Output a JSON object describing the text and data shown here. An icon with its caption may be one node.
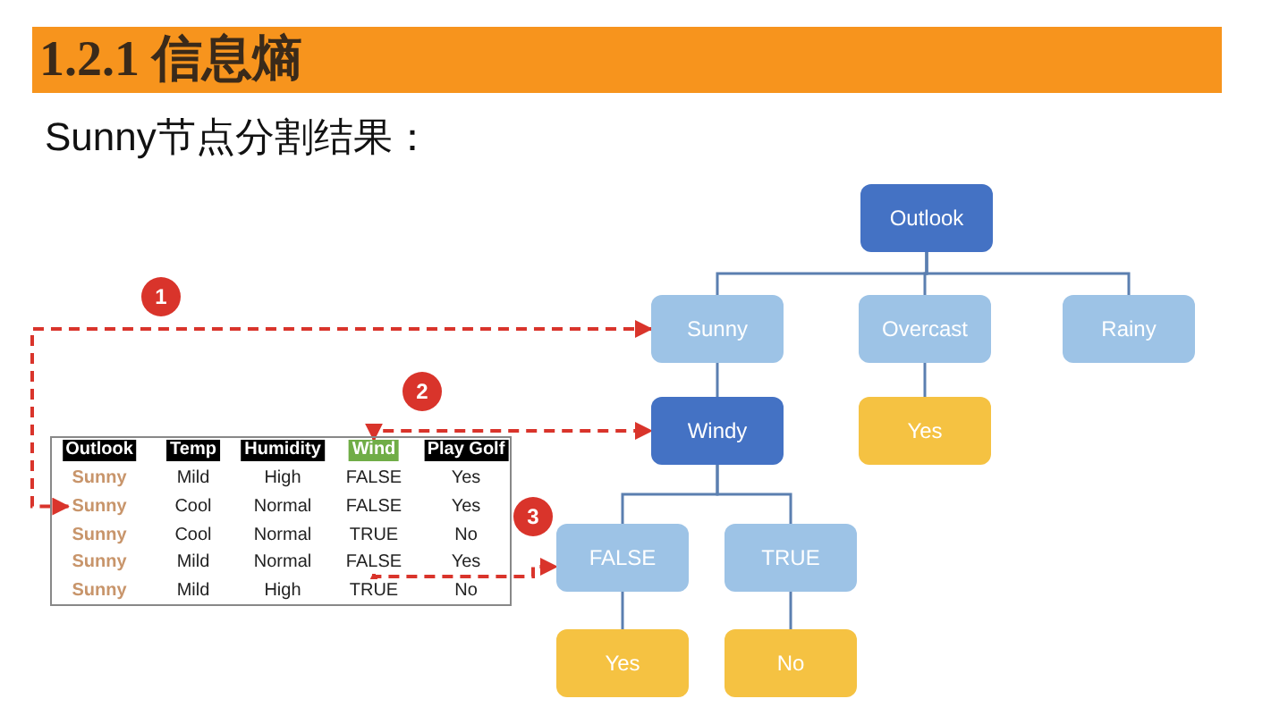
{
  "diagram": {
    "title": "1.2.1 信息熵",
    "nodes": [
      {
        "text": [
          "Outlook"
        ]
      },
      {
        "text": [
          "Sunny"
        ]
      },
      {
        "text": [
          "Overcast"
        ]
      },
      {
        "text": [
          "Rainy"
        ]
      },
      {
        "text": [
          "Windy"
        ]
      },
      {
        "text": [
          "Yes"
        ]
      },
      {
        "text": [
          "FALSE"
        ]
      },
      {
        "text": [
          "TRUE"
        ]
      },
      {
        "text": [
          "Yes"
        ]
      },
      {
        "text": [
          "No"
        ]
      },
      {
        "text": [
          "Outlook"
        ]
      },
      {
        "text": [
          "Temp"
        ]
      },
      {
        "text": [
          "Humidity"
        ]
      },
      {
        "text": [
          "Wind"
        ]
      },
      {
        "text": [
          "Play Golf"
        ]
      },
      {
        "text": [
          "Sunny"
        ]
      },
      {
        "text": [
          "Mild"
        ]
      },
      {
        "text": [
          "High"
        ]
      },
      {
        "text": [
          "FALSE"
        ]
      },
      {
        "text": [
          "Yes"
        ]
      },
      {
        "text": [
          "Sunny"
        ]
      },
      {
        "text": [
          "Cool"
        ]
      },
      {
        "text": [
          "Normal"
        ]
      },
      {
        "text": [
          "FALSE"
        ]
      },
      {
        "text": [
          "Yes"
        ]
      },
      {
        "text": [
          "Sunny"
        ]
      },
      {
        "text": [
          "Cool"
        ]
      },
      {
        "text": [
          "Normal"
        ]
      },
      {
        "text": [
          "TRUE"
        ]
      },
      {
        "text": [
          "No"
        ]
      },
      {
        "text": [
          "Sunny"
        ]
      },
      {
        "text": [
          "Mild"
        ]
      },
      {
        "text": [
          "Normal"
        ]
      },
      {
        "text": [
          "FALSE"
        ]
      },
      {
        "text": [
          "Yes"
        ]
      },
      {
        "text": [
          "Sunny"
        ]
      },
      {
        "text": [
          "Mild"
        ]
      },
      {
        "text": [
          "High"
        ]
      },
      {
        "text": [
          "TRUE"
        ]
      },
      {
        "text": [
          "No"
        ]
      }
    ],
    "edges": [
      {
        "from": 0,
        "to": 1,
        "arrow": "none"
      },
      {
        "from": 0,
        "to": 2,
        "arrow": "none"
      },
      {
        "from": 0,
        "to": 3,
        "arrow": "none"
      },
      {
        "from": 1,
        "to": 4,
        "arrow": "none"
      },
      {
        "from": 2,
        "to": 5,
        "arrow": "none"
      },
      {
        "from": 4,
        "to": 6,
        "arrow": "none"
      },
      {
        "from": 4,
        "to": 7,
        "arrow": "none"
      },
      {
        "from": 6,
        "to": 8,
        "arrow": "none"
      },
      {
        "from": 7,
        "to": 9,
        "arrow": "none"
      },
      {
        "from": 20,
        "to": 1,
        "arrow": "both",
        "style": "dashed",
        "color": "#d9342b"
      },
      {
        "from": 13,
        "to": 4,
        "arrow": "both",
        "style": "dashed",
        "color": "#d9342b"
      },
      {
        "from": 33,
        "to": 6,
        "arrow": "both",
        "style": "dashed",
        "color": "#d9342b"
      }
    ],
    "labels": [
      "Sunny节点分割结果：",
      "1",
      "2",
      "3"
    ]
  }
}
